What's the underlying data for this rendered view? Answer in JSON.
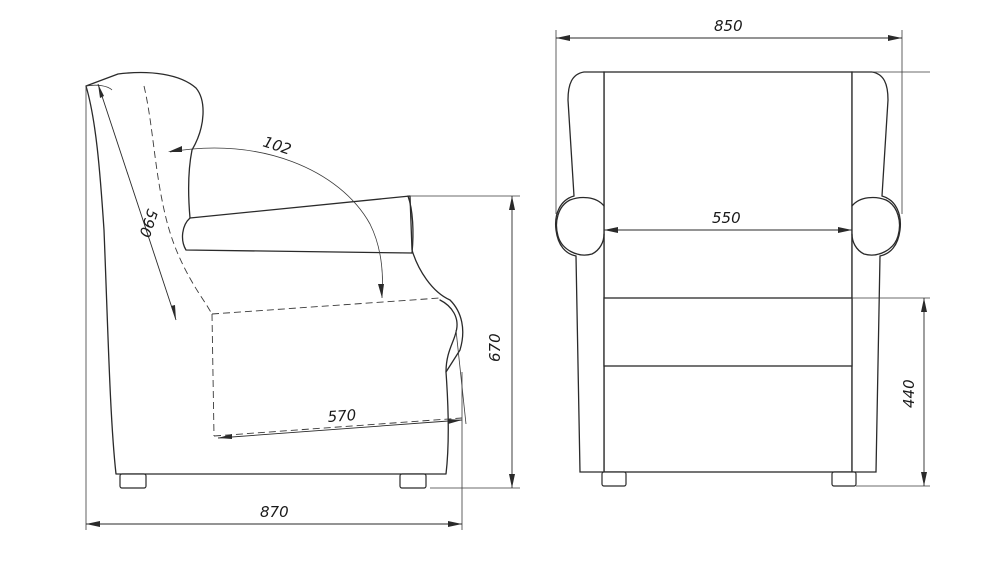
{
  "dimensions": {
    "back_depth": "590",
    "back_angle": "102",
    "seat_depth": "570",
    "overall_depth": "870",
    "arm_height": "670",
    "overall_width": "850",
    "seat_width": "550",
    "seat_height": "440"
  },
  "colors": {
    "line": "#2a2a2a",
    "background": "#ffffff"
  }
}
